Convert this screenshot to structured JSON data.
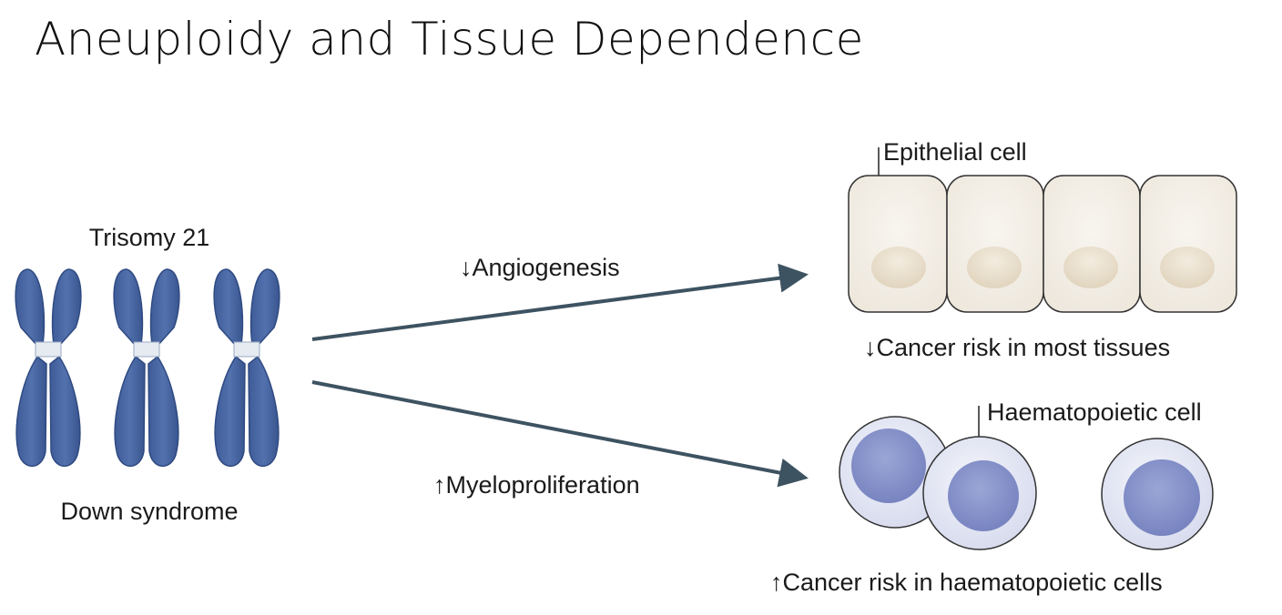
{
  "title": "Aneuploidy and Tissue Dependence",
  "labels": {
    "trisomy": "Trisomy 21",
    "syndrome": "Down syndrome",
    "upper_arrow": "↓Angiogenesis",
    "lower_arrow": "↑Myeloproliferation",
    "epithelial": "Epithelial cell",
    "epithelial_outcome": "↓Cancer risk in most tissues",
    "haematopoietic": "Haematopoietic cell",
    "haematopoietic_outcome": "↑Cancer risk in haematopoietic cells"
  },
  "colors": {
    "chromosome": "#4a67a3",
    "chromosome_dark": "#2f4a82",
    "centromere": "#e6ebf2",
    "arrow": "#3e5361",
    "epithelial_fill": "#f3eee6",
    "epithelial_nucleus": "#e9dfcc",
    "blood_outer": "#e6e9f4",
    "blood_nucleus": "#8c97cc"
  }
}
